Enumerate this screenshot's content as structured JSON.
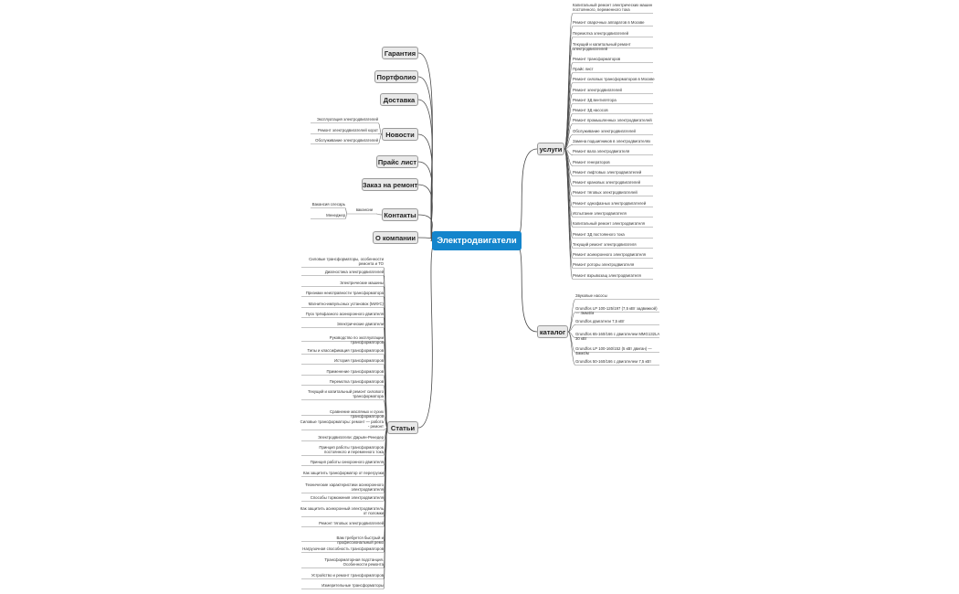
{
  "center": {
    "label": "Электродвигатели"
  },
  "left_topics": [
    {
      "label": "Гарантия"
    },
    {
      "label": "Портфолио"
    },
    {
      "label": "Доставка"
    },
    {
      "label": "Новости"
    },
    {
      "label": "Прайс лист"
    },
    {
      "label": "Заказ на ремонт"
    },
    {
      "label": "Контакты"
    },
    {
      "label": "О компании"
    },
    {
      "label": "Статьи"
    }
  ],
  "right_topics": [
    {
      "label": "услуги"
    },
    {
      "label": "каталог"
    }
  ],
  "news_items": [
    "Эксплуатация электродвигателей",
    "Ремонт электродвигателей корот",
    "Обслуживание электродвигателей"
  ],
  "contacts": {
    "sub_label": "вакансии",
    "items": [
      "Вакансия слесарь",
      "Менеджер"
    ]
  },
  "services_items": [
    "Капитальный ремонт электрических машин постоянного, переменного тока",
    "Ремонт сварочных аппаратов в Москве",
    "Перемотка электродвигателей",
    "Текущий и капитальный ремонт электродвигателей",
    "Ремонт трансформаторов",
    "Прайс лист",
    "Ремонт силовых трансформаторов в Москве",
    "Ремонт электродвигателей",
    "Ремонт 3Д вентилятора",
    "Ремонт 3Д насосов",
    "Ремонт промышленных электродвигателей",
    "Обслуживание электродвигателей",
    "Замена подшипников в электродвигателях",
    "Ремонт вала электродвигателя",
    "Ремонт генераторов",
    "Ремонт лифтовых электродвигателей",
    "Ремонт крановых электродвигателей",
    "Ремонт тяговых электродвигателей",
    "Ремонт однофазных электродвигателей",
    "Испытание электродвигателя",
    "Капитальный ремонт электродвигателя",
    "Ремонт 3Д постоянного тока",
    "Текущий ремонт электродвигателя",
    "Ремонт асинхронного электродвигателя",
    "Ремонт роторы электродвигателя",
    "Ремонт взрывозащ электродвигателя"
  ],
  "catalog_items": [
    "Звуковые насосы",
    "Grundfos LP 100-125/197 (7,5 кВт задвижкой) — 4мм4/м",
    "Grundfos двигатели 7,5 кВт",
    "Grundfos 65-160/166 с двигателем MMG132LA 30 кВт",
    "Grundfos LP 100-160/152 (5 кВт двиган) — 4мм4/м",
    "Grundfos 50-160/166 с двигателем 7,5 кВт"
  ],
  "articles_items": [
    "Силовые трансформаторы, особенности ремонта и ТО",
    "Диагностика электродвигателей",
    "Электрические машины",
    "Признаки неисправности трансформатора",
    "Магнитно-импульсных установок (МИУС)",
    "Пуск трёхфазного асинхронного двигателя",
    "Электрические двигатели",
    "Руководство по эксплуатации трансформаторов",
    "Типы и классификация трансформаторов",
    "История трансформаторов",
    "Применение трансформаторов",
    "Перемотка трансформаторов",
    "Текущий и капитальный ремонт силового трансформатора",
    "Сравнение масляных и сухих трансформаторов",
    "Силовые трансформаторы: ремонт — работа - ремонт",
    "Электродвигатели: Дарьян-Ренедер",
    "Принцип работы трансформаторов постоянного и переменного тока",
    "Принцип работы синхронного двигателя",
    "Как защитить трансформатор от перегрузки",
    "Технические характеристики асинхронного электродвигателя",
    "Способы торможения электродвигателя",
    "Как защитить асинхронный электродвигатель от поломки",
    "Ремонт тяговых электродвигателей",
    "Вам требуется быстрый и профессиональный ремо",
    "Нагрузочная способность трансформаторов",
    "Трансформаторная подстанция. Особенности ремонта",
    "Устройство и ремонт трансформаторов",
    "Измерительные трансформаторы"
  ],
  "colors": {
    "center_fill": "#1485cc",
    "topic_fill": "#e9e9e9",
    "link": "#4a4a4a",
    "underline": "#888888"
  }
}
